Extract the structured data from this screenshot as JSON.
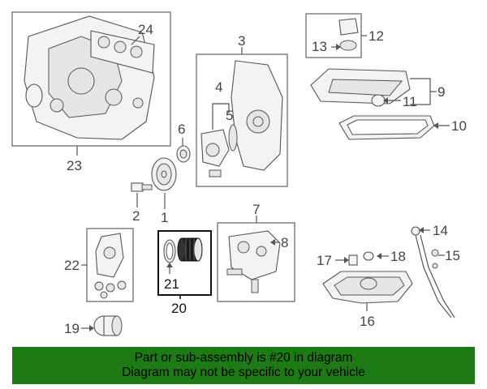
{
  "callouts": {
    "c1": "1",
    "c2": "2",
    "c3": "3",
    "c4": "4",
    "c5": "5",
    "c6": "6",
    "c7": "7",
    "c8": "8",
    "c9": "9",
    "c10": "10",
    "c11": "11",
    "c12": "12",
    "c13": "13",
    "c14": "14",
    "c15": "15",
    "c16": "16",
    "c17": "17",
    "c18": "18",
    "c19": "19",
    "c20": "20",
    "c21": "21",
    "c22": "22",
    "c23": "23",
    "c24": "24"
  },
  "banner": {
    "line1": "Part or sub-assembly is #20 in diagram",
    "line2": "Diagram may not be specific to your vehicle"
  },
  "colors": {
    "banner_bg": "#1e7a14",
    "highlight_frame": "#111111"
  }
}
